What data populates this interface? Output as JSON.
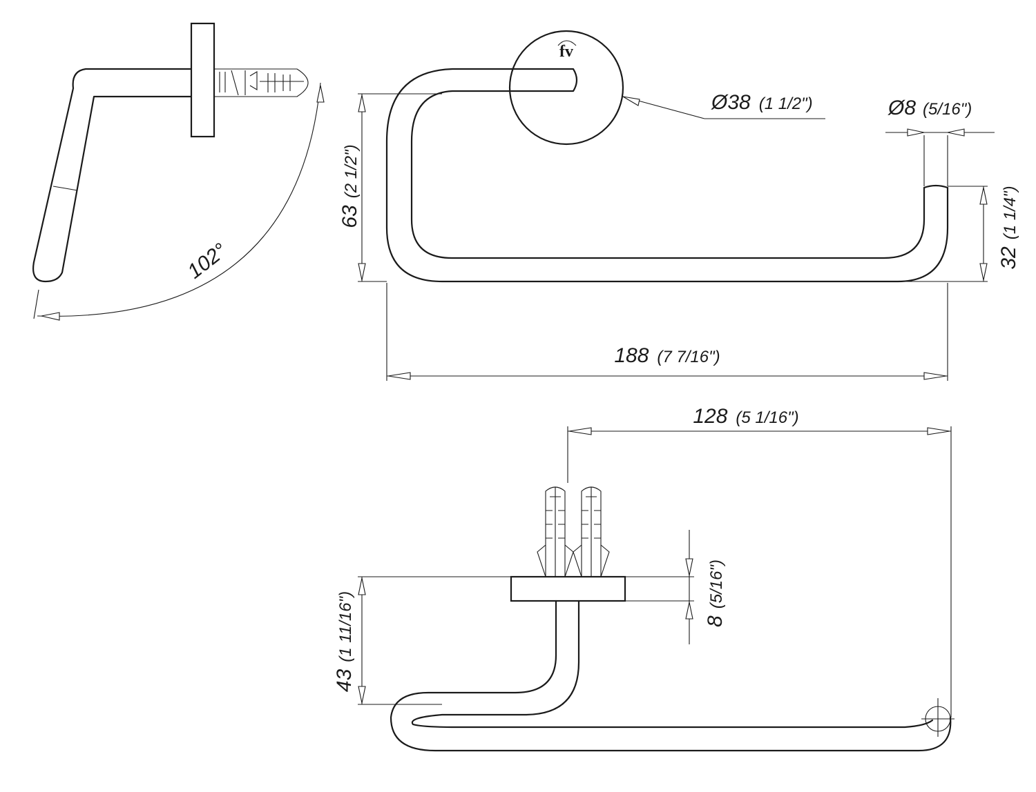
{
  "logo_text": "fv",
  "dimensions": {
    "angle": {
      "value": "102°"
    },
    "rosette_diameter": {
      "value": "Ø38",
      "imperial": "(1 1/2\")"
    },
    "bar_diameter": {
      "value": "Ø8",
      "imperial": "(5/16\")"
    },
    "height_total": {
      "value": "63",
      "imperial": "(2 1/2\")"
    },
    "height_end": {
      "value": "32",
      "imperial": "(1 1/4\")"
    },
    "width_total": {
      "value": "188",
      "imperial": "(7 7/16\")"
    },
    "projection": {
      "value": "128",
      "imperial": "(5 1/16\")"
    },
    "depth": {
      "value": "43",
      "imperial": "(1 11/16\")"
    },
    "rosette_thickness": {
      "value": "8",
      "imperial": "(5/16\")"
    }
  }
}
